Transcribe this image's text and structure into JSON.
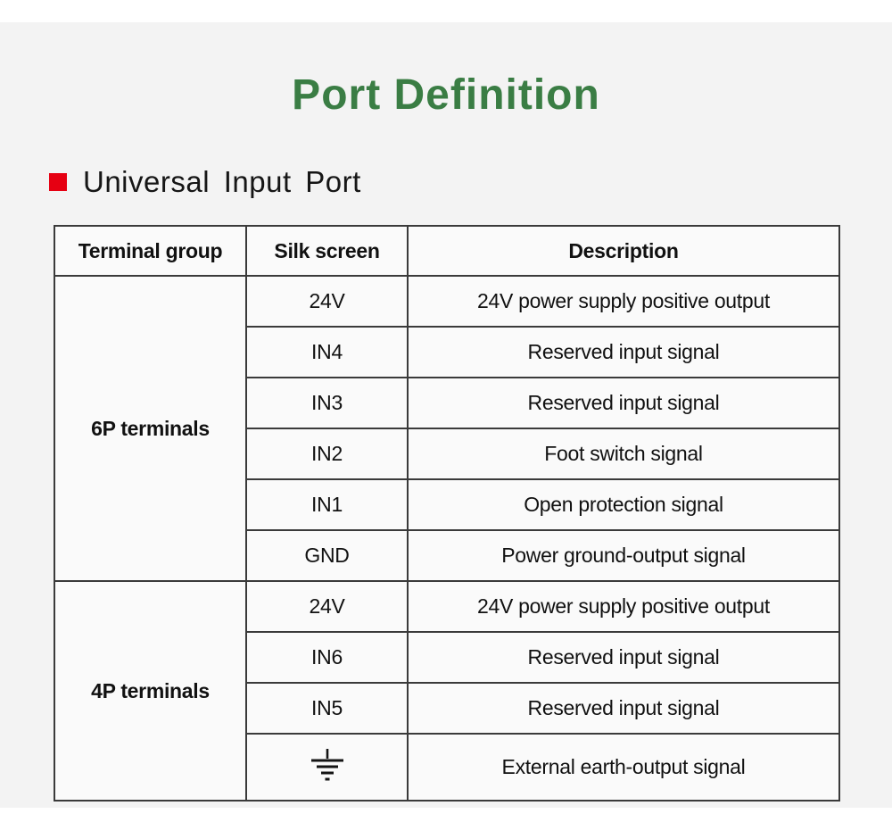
{
  "title": {
    "text": "Port Definition"
  },
  "section_heading": {
    "text": "Universal Input Port"
  },
  "colors": {
    "title_green": "#3A7D44",
    "bullet_red": "#E60012",
    "table_border": "#1A1A1A",
    "page_background": "#F3F3F3"
  },
  "icons": {
    "bullet": "red-square-bullet",
    "earth": "earth-ground-icon"
  },
  "table": {
    "headers": [
      "Terminal group",
      "Silk screen",
      "Description"
    ],
    "groups": [
      {
        "label": "6P terminals",
        "rows": [
          {
            "silk": "24V",
            "description": "24V power supply positive output"
          },
          {
            "silk": "IN4",
            "description": "Reserved input signal"
          },
          {
            "silk": "IN3",
            "description": "Reserved input signal"
          },
          {
            "silk": "IN2",
            "description": "Foot switch signal"
          },
          {
            "silk": "IN1",
            "description": "Open protection signal"
          },
          {
            "silk": "GND",
            "description": "Power ground-output signal"
          }
        ]
      },
      {
        "label": "4P terminals",
        "rows": [
          {
            "silk": "24V",
            "description": "24V power supply positive output"
          },
          {
            "silk": "IN6",
            "description": "Reserved input signal"
          },
          {
            "silk": "IN5",
            "description": "Reserved input signal"
          },
          {
            "silk": "",
            "silk_icon": "earth-ground-icon",
            "description": "External earth-output signal"
          }
        ]
      }
    ]
  }
}
